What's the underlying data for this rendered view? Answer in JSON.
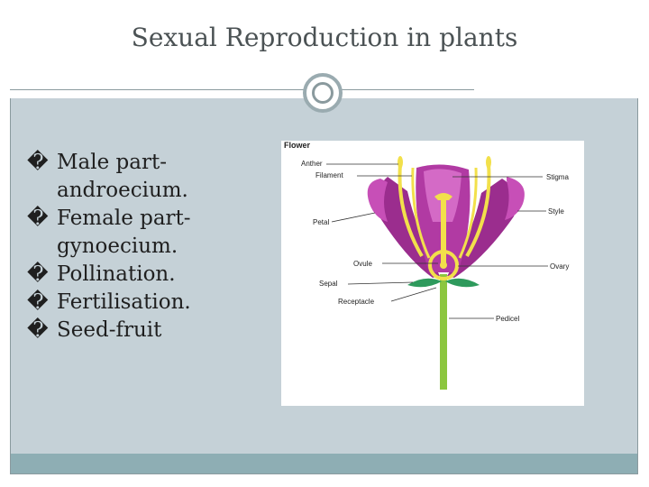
{
  "slide": {
    "title": "Sexual  Reproduction in plants",
    "bullet_glyph": "�"
  },
  "bullets": [
    "Male part- androecium.",
    "Female part- gynoecium.",
    "Pollination.",
    "Fertilisation.",
    "Seed-fruit"
  ],
  "diagram": {
    "heading": "Flower",
    "labels": {
      "anther": "Anther",
      "filament": "Filament",
      "petal": "Petal",
      "ovule": "Ovule",
      "sepal": "Sepal",
      "receptacle": "Receptacle",
      "stigma": "Stigma",
      "style": "Style",
      "ovary": "Ovary",
      "pedicel": "Pedicel"
    },
    "colors": {
      "petal": "#9b2d8e",
      "petal_light": "#c74fb7",
      "stamen": "#f2e04b",
      "stem": "#8cc63f",
      "sepal": "#2e9a5c"
    }
  }
}
